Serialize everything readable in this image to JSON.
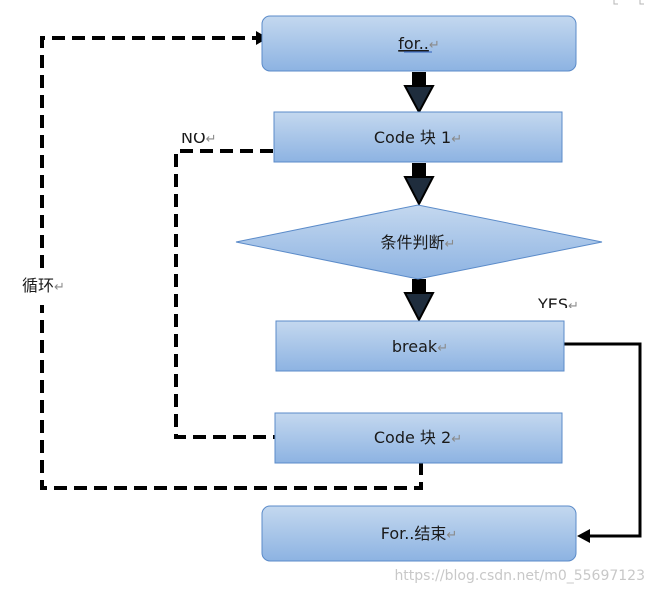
{
  "nodes": {
    "for_loop": "for..",
    "code_block_1": "Code 块 1",
    "condition": "条件判断",
    "break": "break",
    "code_block_2": "Code 块 2",
    "for_end": "For..结束"
  },
  "labels": {
    "no": "NO",
    "yes": "YES",
    "loop": "循环"
  },
  "return_mark": "↵",
  "watermark": "https://blog.csdn.net/m0_55697123",
  "colors": {
    "box_top": "#c4d8ef",
    "box_bottom": "#8db3e2",
    "box_stroke": "#5b8bc9",
    "arrow": "#000000",
    "arrow_fill": "#1f2d3d"
  }
}
